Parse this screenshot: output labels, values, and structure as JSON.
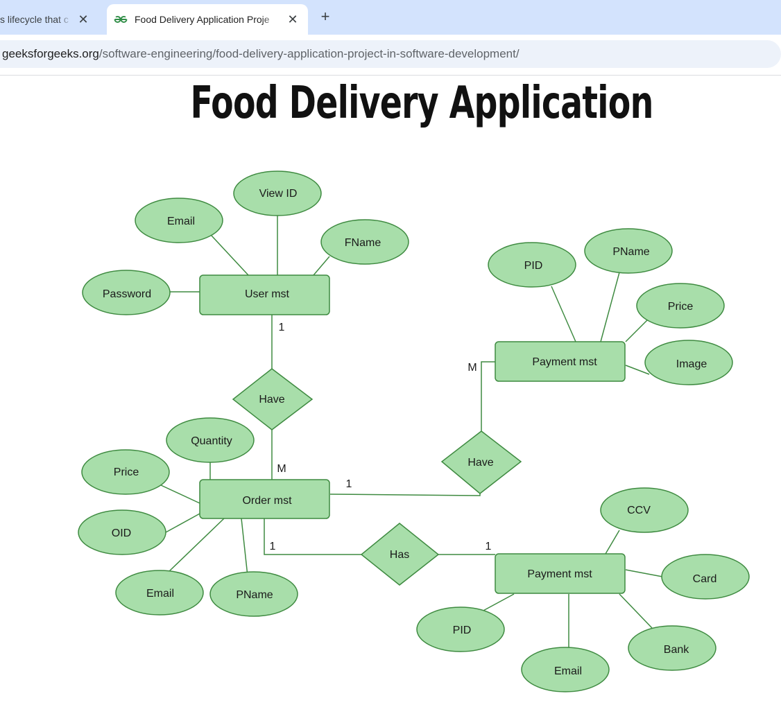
{
  "browser": {
    "tabs": [
      {
        "title": "s lifecycle that c",
        "active": false
      },
      {
        "title": "Food Delivery Application Proje",
        "active": true
      }
    ],
    "close_glyph": "✕",
    "new_tab_glyph": "+",
    "url_host": "geeksforgeeks.org",
    "url_path": "/software-engineering/food-delivery-application-project-in-software-development/"
  },
  "diagram": {
    "title": "Food Delivery Application",
    "entities": [
      {
        "label": "User mst"
      },
      {
        "label": "Payment mst"
      },
      {
        "label": "Order mst"
      },
      {
        "label": "Payment mst"
      }
    ],
    "relationships": [
      {
        "label": "Have"
      },
      {
        "label": "Have"
      },
      {
        "label": "Has"
      }
    ],
    "attributes": [
      {
        "label": "View ID"
      },
      {
        "label": "Email"
      },
      {
        "label": "FName"
      },
      {
        "label": "Password"
      },
      {
        "label": "PID"
      },
      {
        "label": "PName"
      },
      {
        "label": "Price"
      },
      {
        "label": "Image"
      },
      {
        "label": "Quantity"
      },
      {
        "label": "Price"
      },
      {
        "label": "OID"
      },
      {
        "label": "Email"
      },
      {
        "label": "PName"
      },
      {
        "label": "CCV"
      },
      {
        "label": "Card"
      },
      {
        "label": "PID"
      },
      {
        "label": "Email"
      },
      {
        "label": "Bank"
      }
    ],
    "cardinalities": [
      "1",
      "M",
      "M",
      "1",
      "1",
      "1"
    ],
    "colors": {
      "fill": "#a8deaa",
      "stroke": "#3e8a40",
      "line": "#3e8a40"
    }
  }
}
